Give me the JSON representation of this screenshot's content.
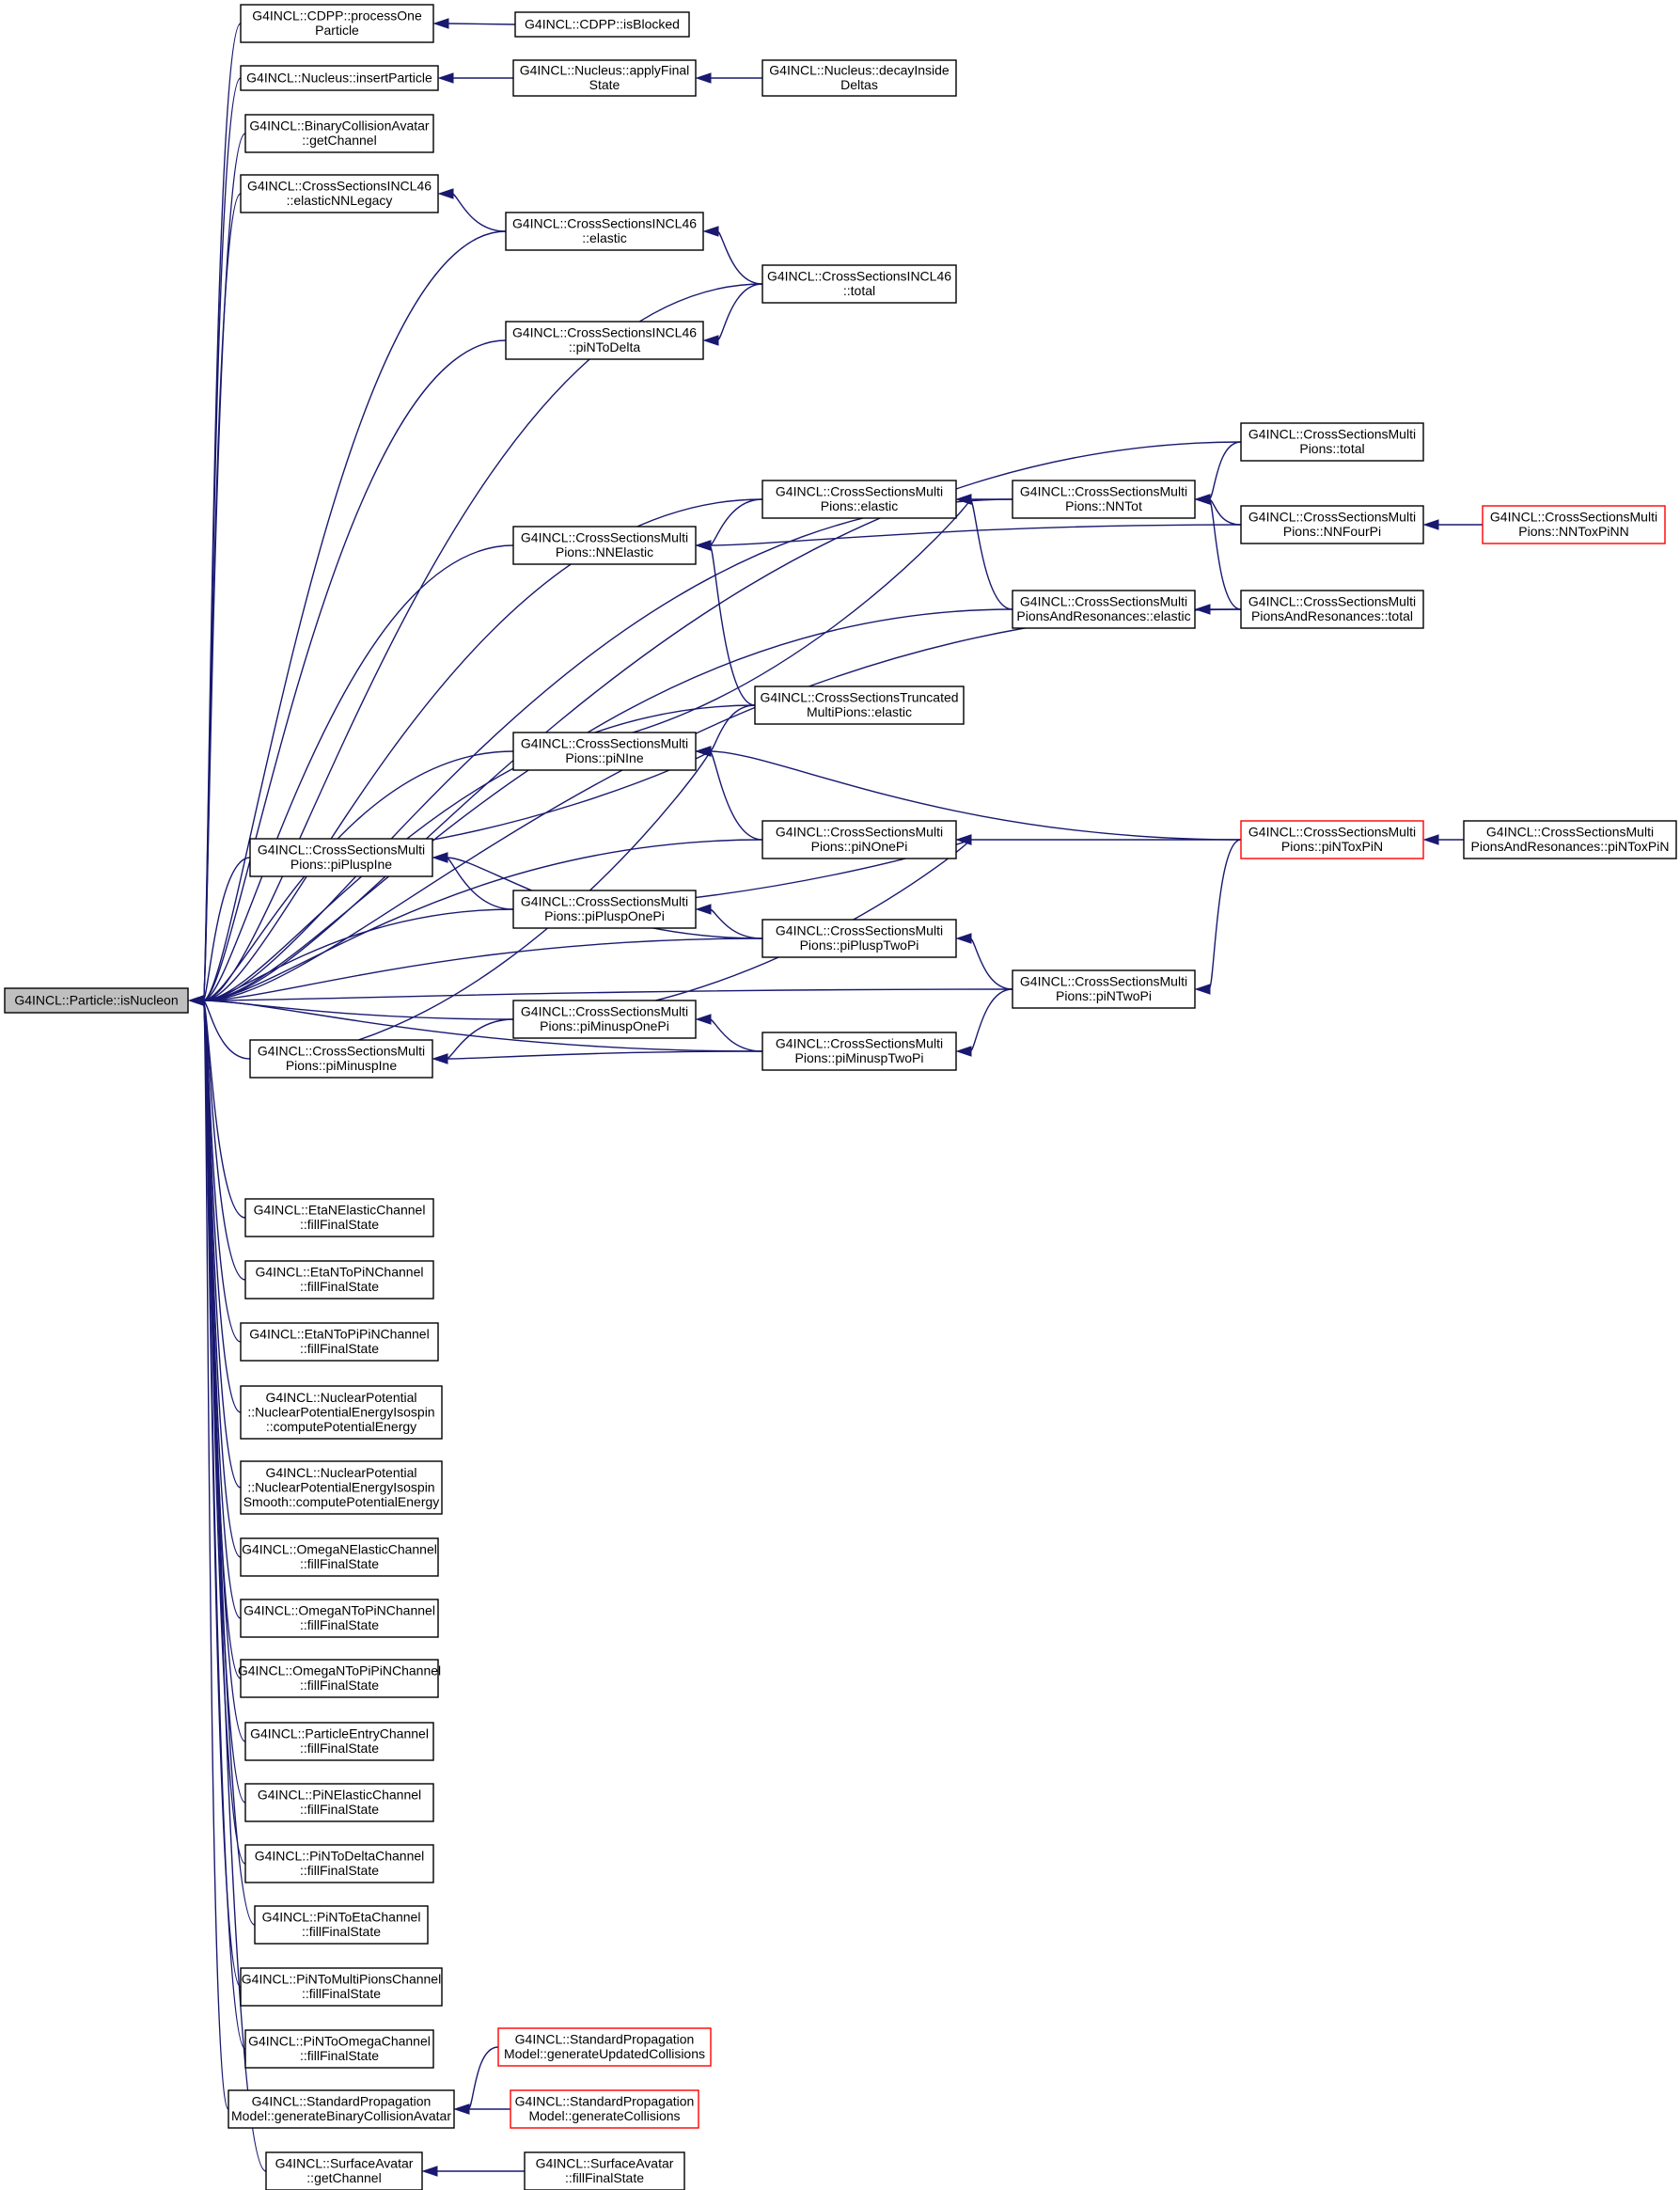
{
  "graph": {
    "title": "G4INCL::Particle::isNucleon call graph",
    "colors": {
      "edge": "#191970",
      "border": "#000000",
      "truncated_border": "#ff0000",
      "root_fill": "#bfbfbf"
    },
    "nodes": [
      {
        "id": "root",
        "lines": [
          "G4INCL::Particle::isNucleon"
        ],
        "root": true
      },
      {
        "id": "cdpp_process",
        "lines": [
          "G4INCL::CDPP::processOne",
          "Particle"
        ]
      },
      {
        "id": "cdpp_blocked",
        "lines": [
          "G4INCL::CDPP::isBlocked"
        ]
      },
      {
        "id": "nuc_insert",
        "lines": [
          "G4INCL::Nucleus::insertParticle"
        ]
      },
      {
        "id": "nuc_applyfinal",
        "lines": [
          "G4INCL::Nucleus::applyFinal",
          "State"
        ]
      },
      {
        "id": "nuc_decay",
        "lines": [
          "G4INCL::Nucleus::decayInside",
          "Deltas"
        ]
      },
      {
        "id": "bca_getchannel",
        "lines": [
          "G4INCL::BinaryCollisionAvatar",
          "::getChannel"
        ]
      },
      {
        "id": "incl46_nnlegacy",
        "lines": [
          "G4INCL::CrossSectionsINCL46",
          "::elasticNNLegacy"
        ]
      },
      {
        "id": "incl46_elastic",
        "lines": [
          "G4INCL::CrossSectionsINCL46",
          "::elastic"
        ]
      },
      {
        "id": "incl46_total",
        "lines": [
          "G4INCL::CrossSectionsINCL46",
          "::total"
        ]
      },
      {
        "id": "incl46_pintodelta",
        "lines": [
          "G4INCL::CrossSectionsINCL46",
          "::piNToDelta"
        ]
      },
      {
        "id": "mp_total",
        "lines": [
          "G4INCL::CrossSectionsMulti",
          "Pions::total"
        ]
      },
      {
        "id": "mp_elastic",
        "lines": [
          "G4INCL::CrossSectionsMulti",
          "Pions::elastic"
        ]
      },
      {
        "id": "mp_nntot",
        "lines": [
          "G4INCL::CrossSectionsMulti",
          "Pions::NNTot"
        ]
      },
      {
        "id": "mp_nnelastic",
        "lines": [
          "G4INCL::CrossSectionsMulti",
          "Pions::NNElastic"
        ]
      },
      {
        "id": "mp_nnfourpi",
        "lines": [
          "G4INCL::CrossSectionsMulti",
          "Pions::NNFourPi"
        ]
      },
      {
        "id": "mp_nntoxpinn",
        "lines": [
          "G4INCL::CrossSectionsMulti",
          "Pions::NNToxPiNN"
        ],
        "truncated": true
      },
      {
        "id": "mpr_elastic",
        "lines": [
          "G4INCL::CrossSectionsMulti",
          "PionsAndResonances::elastic"
        ]
      },
      {
        "id": "mpr_total",
        "lines": [
          "G4INCL::CrossSectionsMulti",
          "PionsAndResonances::total"
        ]
      },
      {
        "id": "tmp_elastic",
        "lines": [
          "G4INCL::CrossSectionsTruncated",
          "MultiPions::elastic"
        ]
      },
      {
        "id": "mp_pinine",
        "lines": [
          "G4INCL::CrossSectionsMulti",
          "Pions::piNIne"
        ]
      },
      {
        "id": "mp_pinonepi",
        "lines": [
          "G4INCL::CrossSectionsMulti",
          "Pions::piNOnePi"
        ]
      },
      {
        "id": "mp_pintoxpin",
        "lines": [
          "G4INCL::CrossSectionsMulti",
          "Pions::piNToxPiN"
        ],
        "truncated": true
      },
      {
        "id": "mpr_pintoxpin",
        "lines": [
          "G4INCL::CrossSectionsMulti",
          "PionsAndResonances::piNToxPiN"
        ]
      },
      {
        "id": "mp_pipluspine",
        "lines": [
          "G4INCL::CrossSectionsMulti",
          "Pions::piPluspIne"
        ]
      },
      {
        "id": "mp_pipluspone",
        "lines": [
          "G4INCL::CrossSectionsMulti",
          "Pions::piPluspOnePi"
        ]
      },
      {
        "id": "mp_piplusptwo",
        "lines": [
          "G4INCL::CrossSectionsMulti",
          "Pions::piPluspTwoPi"
        ]
      },
      {
        "id": "mp_pintwopi",
        "lines": [
          "G4INCL::CrossSectionsMulti",
          "Pions::piNTwoPi"
        ]
      },
      {
        "id": "mp_piminuspone",
        "lines": [
          "G4INCL::CrossSectionsMulti",
          "Pions::piMinuspOnePi"
        ]
      },
      {
        "id": "mp_piminuspine",
        "lines": [
          "G4INCL::CrossSectionsMulti",
          "Pions::piMinuspIne"
        ]
      },
      {
        "id": "mp_piminusptwo",
        "lines": [
          "G4INCL::CrossSectionsMulti",
          "Pions::piMinuspTwoPi"
        ]
      },
      {
        "id": "etan_elastic",
        "lines": [
          "G4INCL::EtaNElasticChannel",
          "::fillFinalState"
        ]
      },
      {
        "id": "etan_topin",
        "lines": [
          "G4INCL::EtaNToPiNChannel",
          "::fillFinalState"
        ]
      },
      {
        "id": "etan_topipin",
        "lines": [
          "G4INCL::EtaNToPiPiNChannel",
          "::fillFinalState"
        ]
      },
      {
        "id": "np_iso",
        "lines": [
          "G4INCL::NuclearPotential",
          "::NuclearPotentialEnergyIsospin",
          "::computePotentialEnergy"
        ]
      },
      {
        "id": "np_isosmooth",
        "lines": [
          "G4INCL::NuclearPotential",
          "::NuclearPotentialEnergyIsospin",
          "Smooth::computePotentialEnergy"
        ]
      },
      {
        "id": "omegan_elastic",
        "lines": [
          "G4INCL::OmegaNElasticChannel",
          "::fillFinalState"
        ]
      },
      {
        "id": "omegan_topin",
        "lines": [
          "G4INCL::OmegaNToPiNChannel",
          "::fillFinalState"
        ]
      },
      {
        "id": "omegan_topipin",
        "lines": [
          "G4INCL::OmegaNToPiPiNChannel",
          "::fillFinalState"
        ]
      },
      {
        "id": "pentry",
        "lines": [
          "G4INCL::ParticleEntryChannel",
          "::fillFinalState"
        ]
      },
      {
        "id": "pin_elastic",
        "lines": [
          "G4INCL::PiNElasticChannel",
          "::fillFinalState"
        ]
      },
      {
        "id": "pin_todelta",
        "lines": [
          "G4INCL::PiNToDeltaChannel",
          "::fillFinalState"
        ]
      },
      {
        "id": "pin_toeta",
        "lines": [
          "G4INCL::PiNToEtaChannel",
          "::fillFinalState"
        ]
      },
      {
        "id": "pin_tomulti",
        "lines": [
          "G4INCL::PiNToMultiPionsChannel",
          "::fillFinalState"
        ]
      },
      {
        "id": "pin_toomega",
        "lines": [
          "G4INCL::PiNToOmegaChannel",
          "::fillFinalState"
        ]
      },
      {
        "id": "spm_genbinary",
        "lines": [
          "G4INCL::StandardPropagation",
          "Model::generateBinaryCollisionAvatar"
        ]
      },
      {
        "id": "spm_genupdated",
        "lines": [
          "G4INCL::StandardPropagation",
          "Model::generateUpdatedCollisions"
        ],
        "truncated": true
      },
      {
        "id": "spm_gencoll",
        "lines": [
          "G4INCL::StandardPropagation",
          "Model::generateCollisions"
        ],
        "truncated": true
      },
      {
        "id": "sa_getchannel",
        "lines": [
          "G4INCL::SurfaceAvatar",
          "::getChannel"
        ]
      },
      {
        "id": "sa_fillfinal",
        "lines": [
          "G4INCL::SurfaceAvatar",
          "::fillFinalState"
        ]
      }
    ],
    "edges": [
      [
        "cdpp_process",
        "root"
      ],
      [
        "nuc_insert",
        "root"
      ],
      [
        "bca_getchannel",
        "root"
      ],
      [
        "incl46_nnlegacy",
        "root"
      ],
      [
        "incl46_elastic",
        "root"
      ],
      [
        "incl46_total",
        "root"
      ],
      [
        "incl46_pintodelta",
        "root"
      ],
      [
        "mp_total",
        "root"
      ],
      [
        "mp_nntot",
        "root"
      ],
      [
        "mp_elastic",
        "root"
      ],
      [
        "mp_nnelastic",
        "root"
      ],
      [
        "mpr_elastic",
        "root"
      ],
      [
        "mpr_total",
        "root"
      ],
      [
        "tmp_elastic",
        "root"
      ],
      [
        "mp_pinine",
        "root"
      ],
      [
        "mp_pinonepi",
        "root"
      ],
      [
        "mp_pipluspine",
        "root"
      ],
      [
        "mp_pipluspone",
        "root"
      ],
      [
        "mp_piplusptwo",
        "root"
      ],
      [
        "mp_piminuspone",
        "root"
      ],
      [
        "mp_piminuspine",
        "root"
      ],
      [
        "mp_piminusptwo",
        "root"
      ],
      [
        "mp_pintwopi",
        "root"
      ],
      [
        "etan_elastic",
        "root"
      ],
      [
        "etan_topin",
        "root"
      ],
      [
        "etan_topipin",
        "root"
      ],
      [
        "np_iso",
        "root"
      ],
      [
        "np_isosmooth",
        "root"
      ],
      [
        "omegan_elastic",
        "root"
      ],
      [
        "omegan_topin",
        "root"
      ],
      [
        "omegan_topipin",
        "root"
      ],
      [
        "pentry",
        "root"
      ],
      [
        "pin_elastic",
        "root"
      ],
      [
        "pin_todelta",
        "root"
      ],
      [
        "pin_toeta",
        "root"
      ],
      [
        "pin_tomulti",
        "root"
      ],
      [
        "pin_toomega",
        "root"
      ],
      [
        "spm_genbinary",
        "root"
      ],
      [
        "sa_getchannel",
        "root"
      ],
      [
        "cdpp_blocked",
        "cdpp_process"
      ],
      [
        "nuc_applyfinal",
        "nuc_insert"
      ],
      [
        "nuc_decay",
        "nuc_applyfinal"
      ],
      [
        "incl46_elastic",
        "incl46_nnlegacy"
      ],
      [
        "incl46_total",
        "incl46_elastic"
      ],
      [
        "incl46_total",
        "incl46_pintodelta"
      ],
      [
        "mp_nntot",
        "mp_elastic"
      ],
      [
        "mp_total",
        "mp_nntot"
      ],
      [
        "mp_nnfourpi",
        "mp_nntot"
      ],
      [
        "mpr_total",
        "mp_nntot"
      ],
      [
        "mp_nntoxpinn",
        "mp_nnfourpi"
      ],
      [
        "mp_elastic",
        "mp_nnelastic"
      ],
      [
        "mp_nnfourpi",
        "mp_nnelastic"
      ],
      [
        "tmp_elastic",
        "mp_nnelastic"
      ],
      [
        "mpr_elastic",
        "mp_elastic"
      ],
      [
        "mpr_total",
        "mpr_elastic"
      ],
      [
        "mp_pinine",
        "mp_elastic"
      ],
      [
        "tmp_elastic",
        "mp_pinine"
      ],
      [
        "mp_pintoxpin",
        "mp_pinine"
      ],
      [
        "mp_pinonepi",
        "mp_pinine"
      ],
      [
        "mp_pintoxpin",
        "mp_pinonepi"
      ],
      [
        "mpr_pintoxpin",
        "mp_pintoxpin"
      ],
      [
        "mp_pipluspine",
        "mp_pinine"
      ],
      [
        "mp_piminuspine",
        "mp_pinine"
      ],
      [
        "mp_pipluspone",
        "mp_pipluspine"
      ],
      [
        "mp_piplusptwo",
        "mp_pipluspine"
      ],
      [
        "mp_pipluspone",
        "mp_pinonepi"
      ],
      [
        "mp_piplusptwo",
        "mp_pipluspone"
      ],
      [
        "mp_pintwopi",
        "mp_piplusptwo"
      ],
      [
        "mp_pintoxpin",
        "mp_pintwopi"
      ],
      [
        "mp_piminuspone",
        "mp_pinonepi"
      ],
      [
        "mp_piminuspone",
        "mp_piminuspine"
      ],
      [
        "mp_piminusptwo",
        "mp_piminuspine"
      ],
      [
        "mp_piminusptwo",
        "mp_piminuspone"
      ],
      [
        "mp_pintwopi",
        "mp_piminusptwo"
      ],
      [
        "spm_genupdated",
        "spm_genbinary"
      ],
      [
        "spm_gencoll",
        "spm_genbinary"
      ],
      [
        "sa_fillfinal",
        "sa_getchannel"
      ]
    ]
  }
}
